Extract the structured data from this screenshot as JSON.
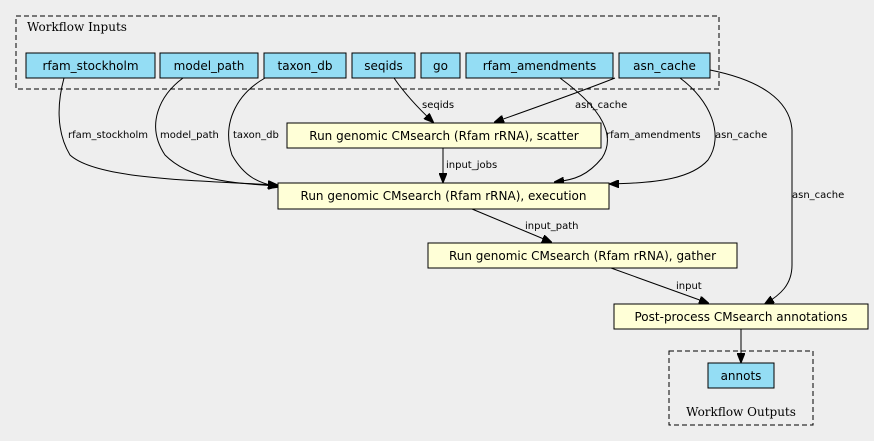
{
  "clusters": {
    "inputs_label": "Workflow Inputs",
    "outputs_label": "Workflow Outputs"
  },
  "inputs": {
    "rfam_stockholm": "rfam_stockholm",
    "model_path": "model_path",
    "taxon_db": "taxon_db",
    "seqids": "seqids",
    "go": "go",
    "rfam_amendments": "rfam_amendments",
    "asn_cache": "asn_cache"
  },
  "steps": {
    "scatter": "Run genomic CMsearch (Rfam rRNA), scatter",
    "execution": "Run genomic CMsearch (Rfam rRNA), execution",
    "gather": "Run genomic CMsearch (Rfam rRNA), gather",
    "postprocess": "Post-process CMsearch annotations"
  },
  "outputs": {
    "annots": "annots"
  },
  "edges": {
    "seqids_to_scatter": "seqids",
    "asn_cache_to_scatter": "asn_cache",
    "rfam_stockholm_to_execution": "rfam_stockholm",
    "model_path_to_execution": "model_path",
    "taxon_db_to_execution": "taxon_db",
    "scatter_to_execution": "input_jobs",
    "rfam_amendments_to_execution": "rfam_amendments",
    "asn_cache_to_execution": "asn_cache",
    "asn_cache_to_postprocess": "asn_cache",
    "execution_to_gather": "input_path",
    "gather_to_postprocess": "input"
  },
  "colors": {
    "background": "#eeeeee",
    "input_fill": "#94ddf4",
    "step_fill": "#ffffd7",
    "stroke": "#000000"
  }
}
